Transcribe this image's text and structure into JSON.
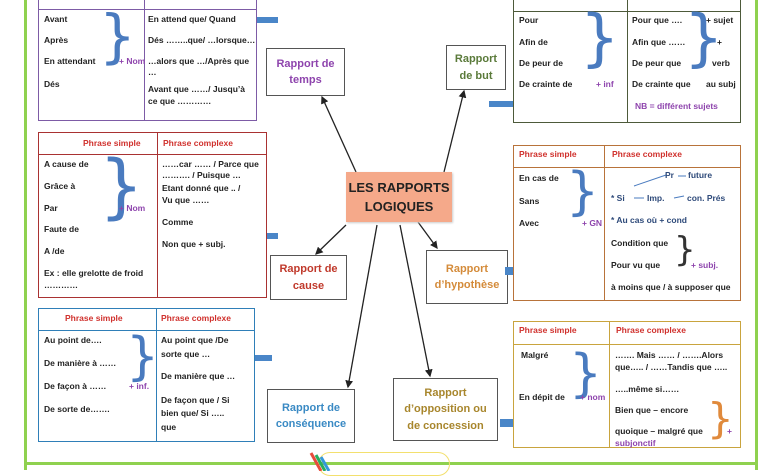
{
  "title": {
    "line1": "LES RAPPORTS",
    "line2": "LOGIQUES"
  },
  "nodes": {
    "temps": {
      "line1": "Rapport de",
      "line2": "temps",
      "color": "#8e44ad"
    },
    "but": {
      "line1": "Rapport",
      "line2": "de but",
      "color": "#5a7a3a"
    },
    "cause": {
      "line1": "Rapport de",
      "line2": "cause",
      "color": "#c0392b"
    },
    "hypothese": {
      "line1": "Rapport",
      "line2": "d’hypothèse",
      "color": "#d48b3a"
    },
    "consequence": {
      "line1": "Rapport de",
      "line2": "conséquence",
      "color": "#3a8ac4"
    },
    "opposition": {
      "line1": "Rapport",
      "line2": "d’opposition ou",
      "line3": "de concession",
      "color": "#a8862c"
    }
  },
  "headers": {
    "simple": "Phrase simple",
    "complexe": "Phrase complexe"
  },
  "tables": {
    "temps": {
      "simple": [
        "Avant",
        "Après",
        "En attendant",
        "Dés"
      ],
      "simple_suffix": "+ Nom",
      "complexe": [
        "En attend  que/ Quand",
        "Dés ……..que/ …lorsque…",
        "…alors que …/Après que",
        "…",
        "Avant que ……/ Jusqu’à",
        "ce que …………"
      ]
    },
    "but": {
      "simple": [
        "Pour",
        "Afin de",
        "De peur de",
        "De crainte de"
      ],
      "simple_suffix": "+ inf",
      "complexe": [
        "Pour  que ….",
        "Afin que ……",
        "De peur que",
        "De crainte que"
      ],
      "complexe_suffix": [
        "+ sujet",
        "+",
        "verb",
        "au subj"
      ],
      "note": "NB = différent sujets"
    },
    "cause": {
      "simple": [
        "A cause de",
        "Grâce à",
        "Par",
        "Faute de",
        "A /de",
        "Ex : elle grelotte de froid",
        "…………"
      ],
      "simple_suffix": "+  Nom",
      "complexe": [
        "……car …… / Parce que",
        "………. / Puisque …",
        "Etant donné que .. /",
        "Vu que ……",
        "Comme",
        "Non que   + subj."
      ]
    },
    "hypothese": {
      "simple": [
        "En cas de",
        "Sans",
        "Avec"
      ],
      "simple_suffix": "+ GN",
      "complexe": [
        "Pr",
        "future",
        "* Si",
        "Imp.",
        "con. Prés",
        "* Au cas où + cond",
        "Condition que",
        "Pour vu que",
        "+  subj.",
        "à moins que / à supposer que"
      ]
    },
    "consequence": {
      "simple": [
        "Au point de….",
        "De manière à ……",
        "De façon à ……",
        "De sorte de……."
      ],
      "simple_suffix": "+ inf.",
      "complexe": [
        "Au point que /De",
        "sorte que …",
        "De manière que …",
        "De façon que / Si",
        "bien que/ Si …..",
        "que"
      ]
    },
    "opposition": {
      "simple": [
        "Malgré",
        "En dépit de"
      ],
      "simple_suffix": "+ nom",
      "complexe": [
        "……. Mais …… / …….Alors",
        "que….. / ……Tandis que …..",
        "…..même si……",
        "Bien que – encore",
        "quoique – malgré  que",
        "+",
        "subjonctif"
      ]
    }
  },
  "colors": {
    "frame": "#8fd14f",
    "center_fill": "#f5a98a",
    "arrow_blue": "#4a86c8",
    "temps_border": "#7d5ba6",
    "but_border": "#4d5a3a",
    "cause_border": "#a93232",
    "hypothese_border": "#b8733a",
    "consequence_border": "#2f7fb8",
    "opposition_border": "#c9a43e"
  }
}
